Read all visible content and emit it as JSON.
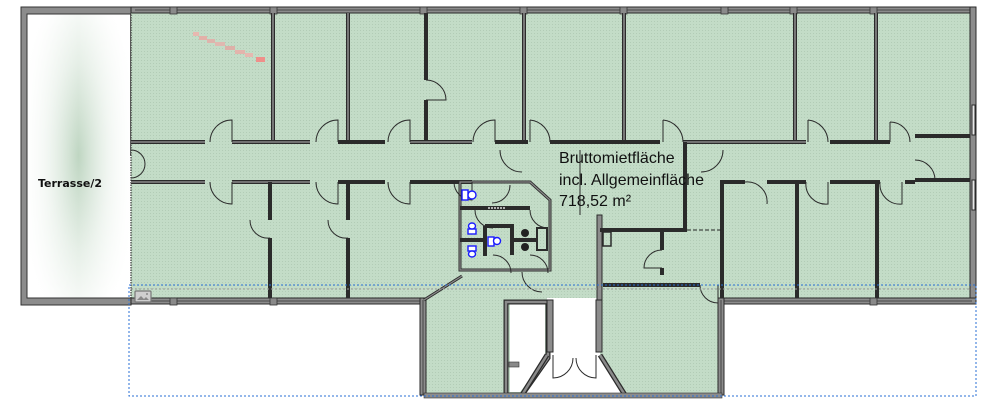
{
  "plan": {
    "terrace_label": "Terrasse/2",
    "area_label": {
      "line1": "Bruttomietfläche",
      "line2": "incl. Allgemeinfläche",
      "line3": "718,52 m²"
    }
  },
  "colors": {
    "room_fill": "#c3dcc7",
    "wall_fill": "#8c8c8c",
    "wall_stroke": "#2a2a2a",
    "selection": "#2a6fd6",
    "sanitary": "#1a1aff",
    "terrace_fill": "#f2f6f2"
  },
  "icons": {
    "image_placeholder": "image-icon",
    "toilet": "toilet-icon",
    "drain": "floor-drain-icon"
  }
}
